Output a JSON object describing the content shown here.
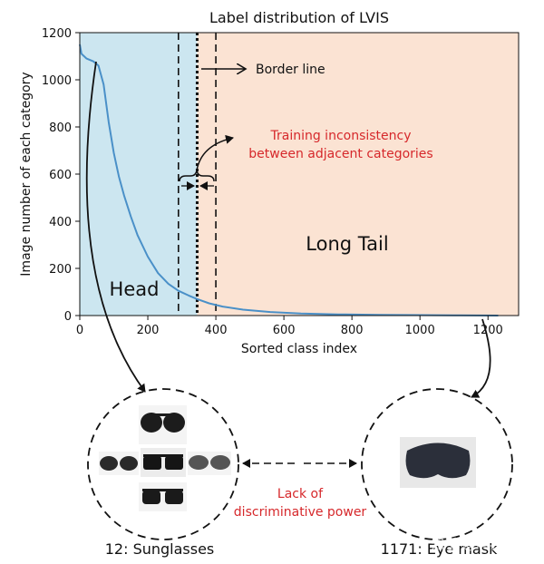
{
  "chart_data": {
    "type": "line",
    "title": "Label distribution of LVIS",
    "xlabel": "Sorted class index",
    "ylabel": "Image number of each category",
    "xlim": [
      0,
      1290
    ],
    "ylim": [
      0,
      1200
    ],
    "xticks": [
      0,
      200,
      400,
      600,
      800,
      1000,
      1200
    ],
    "yticks": [
      0,
      200,
      400,
      600,
      800,
      1000,
      1200
    ],
    "grid": false,
    "series": [
      {
        "color": "#4a90c8",
        "x": [
          0,
          5,
          20,
          40,
          55,
          70,
          85,
          100,
          115,
          130,
          150,
          170,
          200,
          230,
          260,
          290,
          320,
          345,
          380,
          420,
          480,
          560,
          650,
          760,
          880,
          1000,
          1100,
          1230
        ],
        "y": [
          1150,
          1110,
          1090,
          1078,
          1060,
          980,
          820,
          690,
          590,
          510,
          420,
          340,
          250,
          180,
          135,
          105,
          85,
          70,
          52,
          38,
          25,
          15,
          9,
          5,
          3,
          2,
          1,
          0
        ]
      }
    ],
    "regions": [
      {
        "label": "Head",
        "x_from": 0,
        "x_to": 345,
        "color": "#cce6f0"
      },
      {
        "label": "Long Tail",
        "x_from": 345,
        "x_to": 1290,
        "color": "#fbe3d3"
      }
    ],
    "vlines": [
      {
        "x": 290,
        "style": "dashed"
      },
      {
        "x": 345,
        "style": "dotted"
      },
      {
        "x": 400,
        "style": "dashed"
      }
    ]
  },
  "annotations": {
    "border_line": "Border line",
    "inconsistency_1": "Training inconsistency",
    "inconsistency_2": "between adjacent categories",
    "head": "Head",
    "long_tail": "Long Tail",
    "lack_1": "Lack of",
    "lack_2": "discriminative power"
  },
  "examples": [
    {
      "caption": "12: Sunglasses",
      "icon": "sunglasses-images"
    },
    {
      "caption": "1171: Eye mask",
      "icon": "eye-mask-image"
    }
  ],
  "watermark": "知乎 @叫我小沛",
  "colors": {
    "curve": "#4a90c8",
    "head_bg": "#cce6f0",
    "tail_bg": "#fbe3d3",
    "red_text": "#d6282b"
  }
}
